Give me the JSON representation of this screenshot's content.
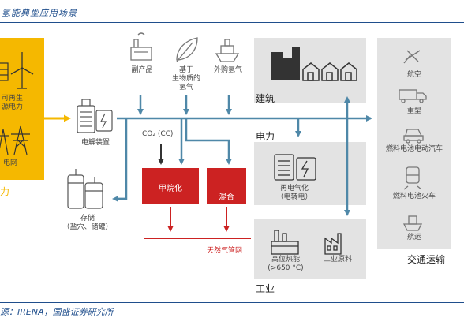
{
  "header": {
    "title": "氢能典型应用场景"
  },
  "footer": {
    "source": "源：IRENA，国盛证券研究所"
  },
  "sources": {
    "renewable_label_line1": "可再生",
    "renewable_label_line2": "源电力",
    "grid_label": "电网",
    "power_partial": "力"
  },
  "top_inputs": {
    "byproduct": "副产品",
    "biomass_line1": "基于",
    "biomass_line2": "生物质的",
    "biomass_line3": "氢气",
    "purchased": "外购氢气"
  },
  "process": {
    "electrolyzer": "电解装置",
    "storage_line1": "存储",
    "storage_line2": "（盐穴、储罐）",
    "co2": "CO₂ (CC)",
    "methanation": "甲烷化",
    "mixing": "混合",
    "gas_grid": "天然气管网"
  },
  "sectors": {
    "building": "建筑",
    "power": "电力",
    "repower_line1": "再电气化",
    "repower_line2": "（电转电）",
    "industry": "工业",
    "high_heat_line1": "高位热能",
    "high_heat_line2": "(>650 °C)",
    "industrial_feedstock": "工业原料",
    "transport": "交通运输"
  },
  "transport_items": [
    "航空",
    "重型",
    "燃料电池电动汽车",
    "燃料电池火车",
    "航运"
  ],
  "colors": {
    "yellow": "#f5b800",
    "blue": "#4f88a8",
    "red": "#cc2222",
    "grey_box": "#e3e3e3",
    "icon_grey": "#777777"
  }
}
